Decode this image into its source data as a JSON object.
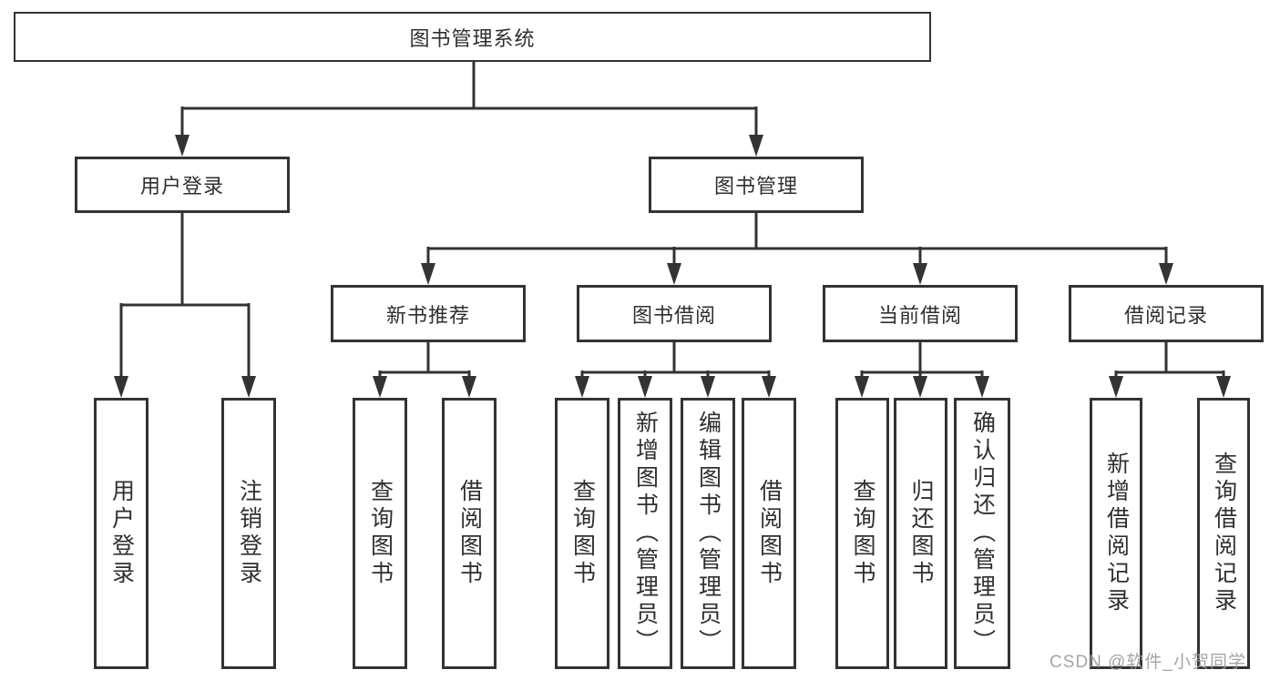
{
  "diagram": {
    "root": "图书管理系统",
    "branches": [
      {
        "label": "用户登录",
        "children": [
          "用户登录",
          "注销登录"
        ]
      },
      {
        "label": "图书管理",
        "children": [
          {
            "label": "新书推荐",
            "children": [
              "查询图书",
              "借阅图书"
            ]
          },
          {
            "label": "图书借阅",
            "children": [
              "查询图书",
              "新增图书（管理员）",
              "编辑图书（管理员）",
              "借阅图书"
            ]
          },
          {
            "label": "当前借阅",
            "children": [
              "查询图书",
              "归还图书",
              "确认归还（管理员）"
            ]
          },
          {
            "label": "借阅记录",
            "children": [
              "新增借阅记录",
              "查询借阅记录"
            ]
          }
        ]
      }
    ]
  },
  "watermark": {
    "text": "CSDN @软件_小贺同学",
    "color": "#9b9b9b"
  },
  "colors": {
    "line": "#333333",
    "box_border": "#333333",
    "text": "#2f2f2f",
    "background": "#ffffff"
  }
}
